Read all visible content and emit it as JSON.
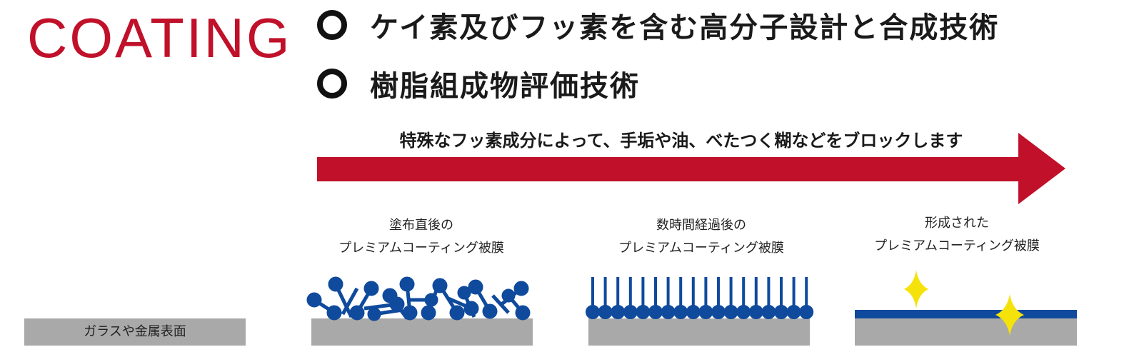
{
  "brand": {
    "title": "COATING",
    "color": "#c0102a"
  },
  "features": [
    {
      "text": "ケイ素及びフッ素を含む高分子設計と合成技術",
      "icon": "circle-outline-icon"
    },
    {
      "text": "樹脂組成物評価技術",
      "icon": "circle-outline-icon"
    }
  ],
  "arrow": {
    "caption": "特殊なフッ素成分によって、手垢や油、べたつく糊などをブロックします",
    "color": "#c0102a"
  },
  "substrates": [
    {
      "label": "ガラスや金属表面"
    },
    {
      "label": ""
    },
    {
      "label": ""
    },
    {
      "label": ""
    }
  ],
  "stages": [
    {
      "line1": "塗布直後の",
      "line2": "プレミアムコーティング被膜"
    },
    {
      "line1": "数時間経過後の",
      "line2": "プレミアムコーティング被膜"
    },
    {
      "line1": "形成された",
      "line2": "プレミアムコーティング被膜"
    }
  ],
  "colors": {
    "molecule": "#0f4a9c",
    "substrate": "#a9a9a9",
    "sparkle": "#f5e20a",
    "film": "#0f4a9c"
  }
}
